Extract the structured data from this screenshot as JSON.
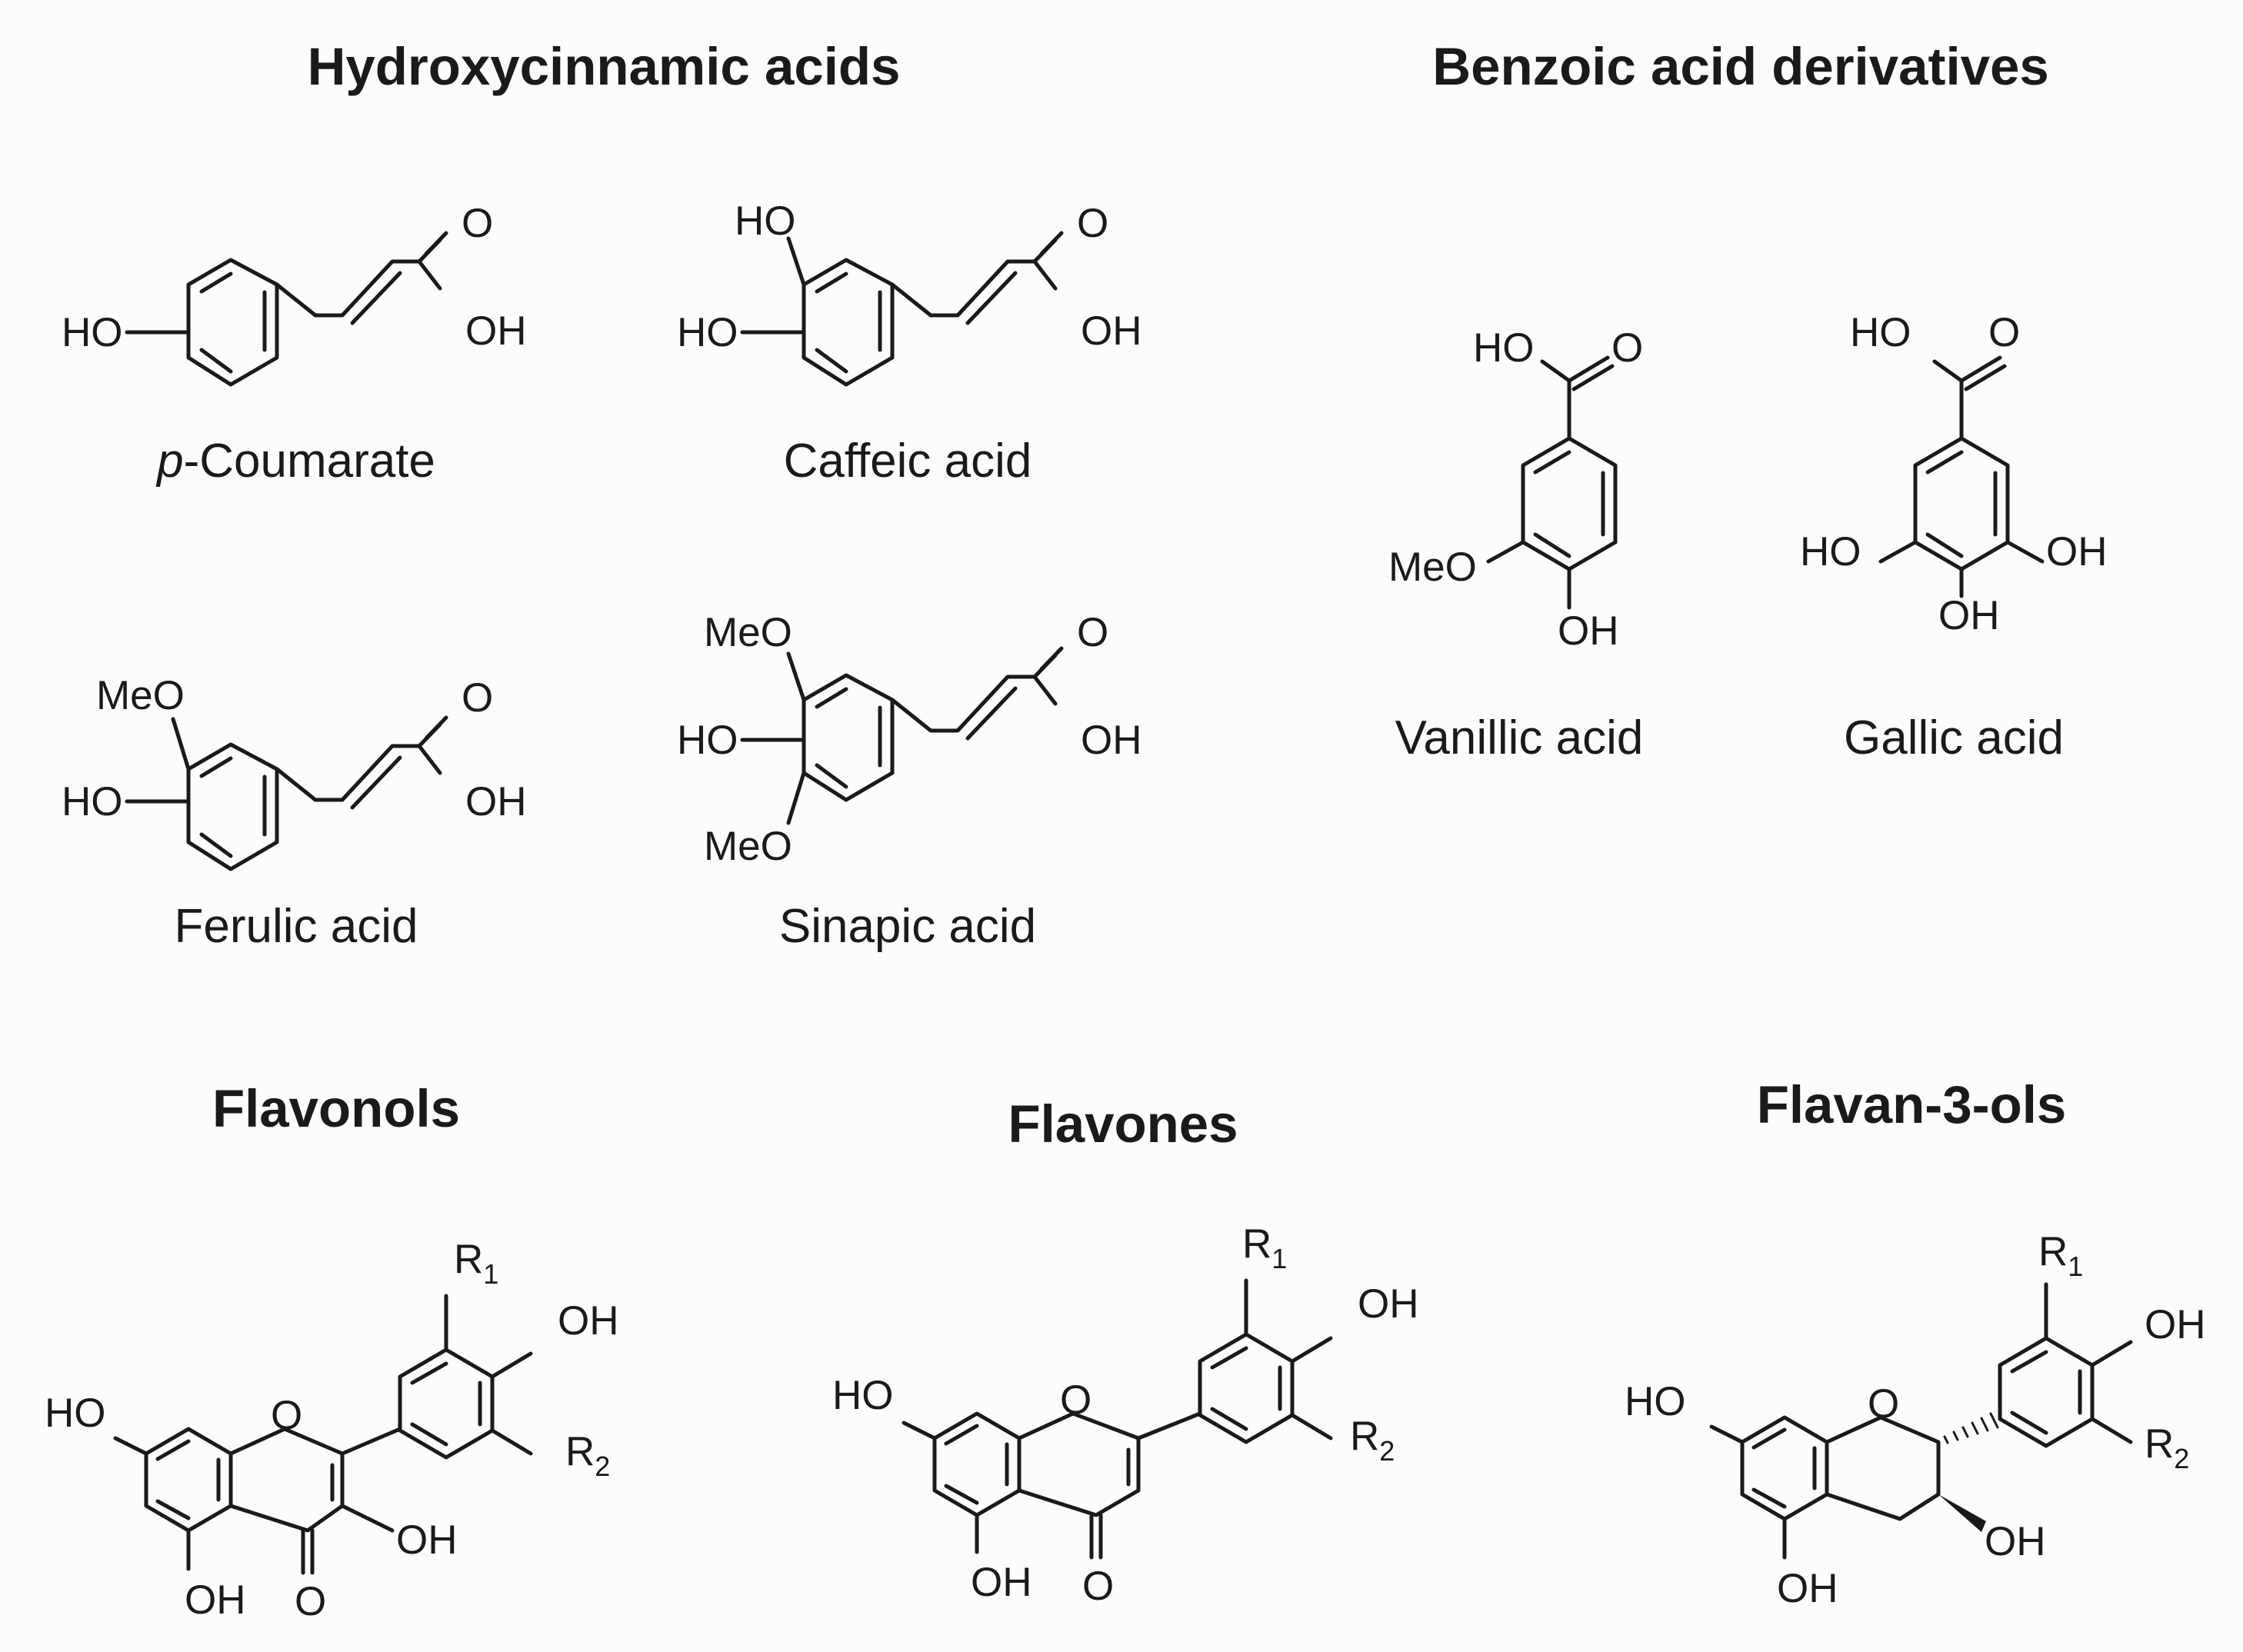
{
  "headings": {
    "hydroxycinnamic": "Hydroxycinnamic acids",
    "benzoic": "Benzoic acid derivatives",
    "flavonols": "Flavonols",
    "flavones": "Flavones",
    "flavanols": "Flavan-3-ols"
  },
  "compounds": {
    "coumarate": {
      "prefix": "p",
      "name": "-Coumarate"
    },
    "caffeic": {
      "name": "Caffeic acid"
    },
    "ferulic": {
      "name": "Ferulic acid"
    },
    "sinapic": {
      "name": "Sinapic acid"
    },
    "vanillic": {
      "name": "Vanillic acid"
    },
    "gallic": {
      "name": "Gallic acid"
    }
  },
  "atoms": {
    "HO": "HO",
    "OH": "OH",
    "O": "O",
    "MeO": "MeO",
    "R": "R",
    "one": "1",
    "two": "2"
  }
}
